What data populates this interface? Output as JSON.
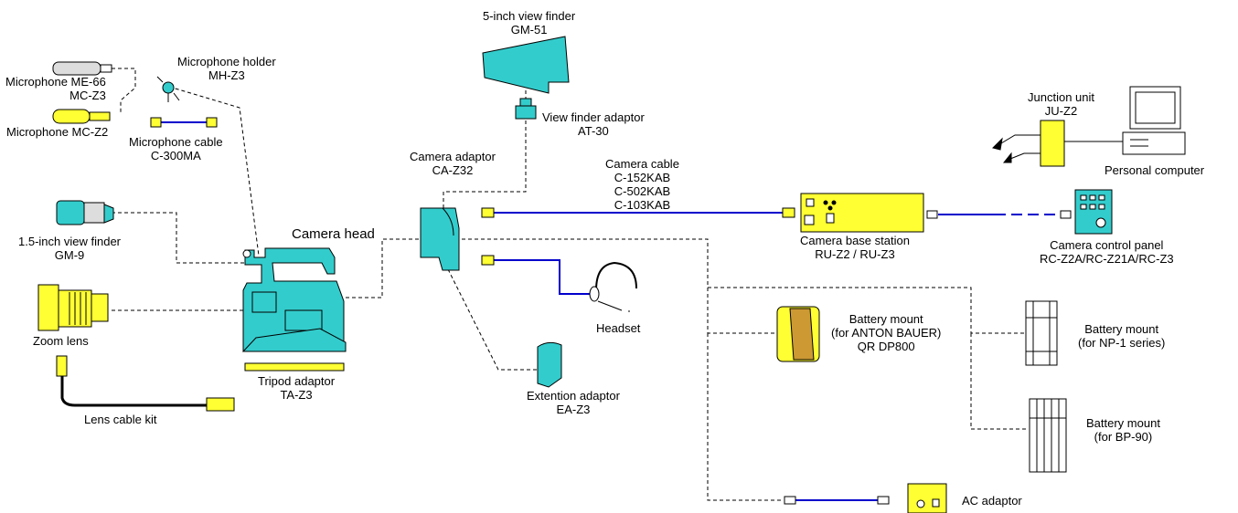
{
  "labels": {
    "viewfinder5": [
      "5-inch view finder",
      "GM-51"
    ],
    "mic_holder": [
      "Microphone holder",
      "MH-Z3"
    ],
    "mic_me66": [
      "Microphone ME-66",
      "MC-Z3"
    ],
    "mic_mcz2": "Microphone MC-Z2",
    "mic_cable": [
      "Microphone cable",
      "C-300MA"
    ],
    "vf_adaptor": [
      "View finder adaptor",
      "AT-30"
    ],
    "camera_adaptor": [
      "Camera adaptor",
      "CA-Z32"
    ],
    "camera_cable": [
      "Camera cable",
      "C-152KAB",
      "C-502KAB",
      "C-103KAB"
    ],
    "junction_unit": [
      "Junction unit",
      "JU-Z2"
    ],
    "personal_computer": "Personal computer",
    "vf15": [
      "1.5-inch view finder",
      "GM-9"
    ],
    "camera_head": "Camera head",
    "base_station": [
      "Camera base station",
      "RU-Z2 / RU-Z3"
    ],
    "control_panel": [
      "Camera control panel",
      "RC-Z2A/RC-Z21A/RC-Z3"
    ],
    "zoom_lens": "Zoom lens",
    "headset": "Headset",
    "batt_anton": [
      "Battery mount",
      "(for ANTON BAUER)",
      "QR DP800"
    ],
    "batt_np1": [
      "Battery mount",
      "(for NP-1 series)"
    ],
    "tripod": [
      "Tripod adaptor",
      "TA-Z3"
    ],
    "extension": [
      "Extention adaptor",
      "EA-Z3"
    ],
    "lens_cable": "Lens cable kit",
    "batt_bp90": [
      "Battery mount",
      "(for BP-90)"
    ],
    "ac_adaptor": "AC adaptor"
  },
  "colors": {
    "cyan": "#33cccc",
    "yellow": "#ffff33",
    "blue_cable": "#0000cc",
    "gray": "#dddddd"
  }
}
